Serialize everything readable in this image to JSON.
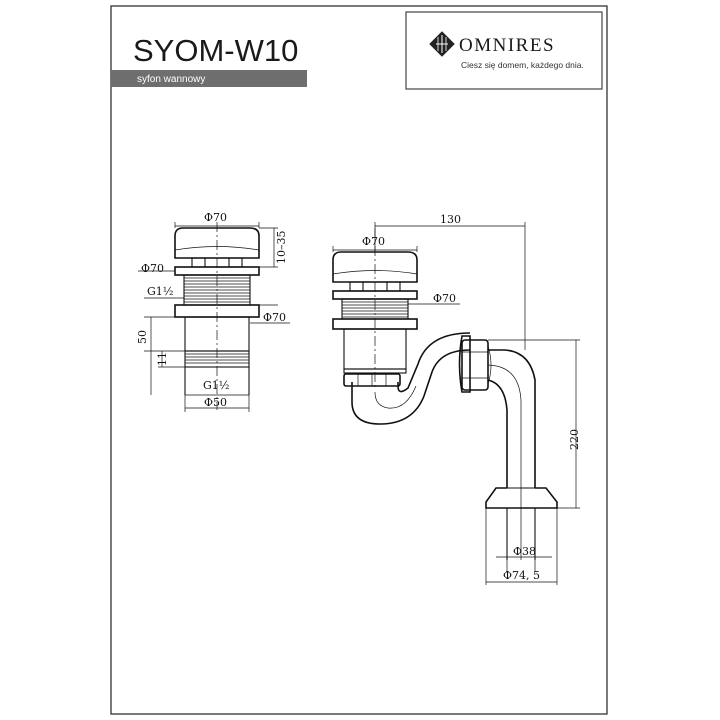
{
  "header": {
    "model": "SYOM-W10",
    "subtitle": "syfon wannowy"
  },
  "brand": {
    "name": "OMNIRES",
    "tagline": "Ciesz się domem, każdego dnia.",
    "logo_icon": "omnires-diamond-logo-icon"
  },
  "left_view": {
    "cap_diameter": "Φ70",
    "flange_diameter": "Φ70",
    "thread_top": "G1½",
    "body_diameter": "Φ70",
    "height_range": "10–35",
    "total_height": "50",
    "thread_length": "11",
    "thread_bottom": "G1½",
    "bottom_diameter": "Φ50"
  },
  "right_view": {
    "width": "130",
    "cap_diameter": "Φ70",
    "body_diameter": "Φ70",
    "height": "220",
    "outlet_diameter": "Φ38",
    "outlet_outer_diameter": "Φ74, 5"
  }
}
